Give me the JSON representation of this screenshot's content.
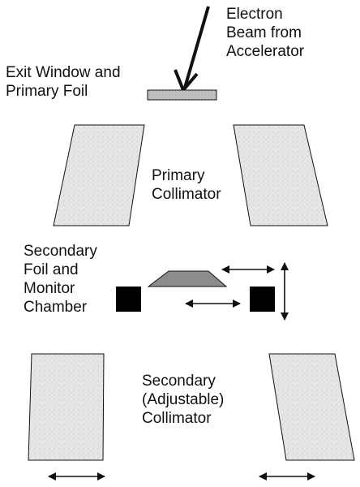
{
  "labels": {
    "electron_beam": "Electron\nBeam from\nAccelerator",
    "exit_window": "Exit Window and\nPrimary Foil",
    "primary_collimator": "Primary\nCollimator",
    "secondary_foil": "Secondary\nFoil and\nMonitor\nChamber",
    "secondary_collimator": "Secondary\n(Adjustable)\nCollimator"
  },
  "colors": {
    "collimator_fill": "#e4e4e4",
    "foil_fill": "#8c8c8c",
    "monitor_fill": "#000000",
    "stroke": "#111111"
  }
}
